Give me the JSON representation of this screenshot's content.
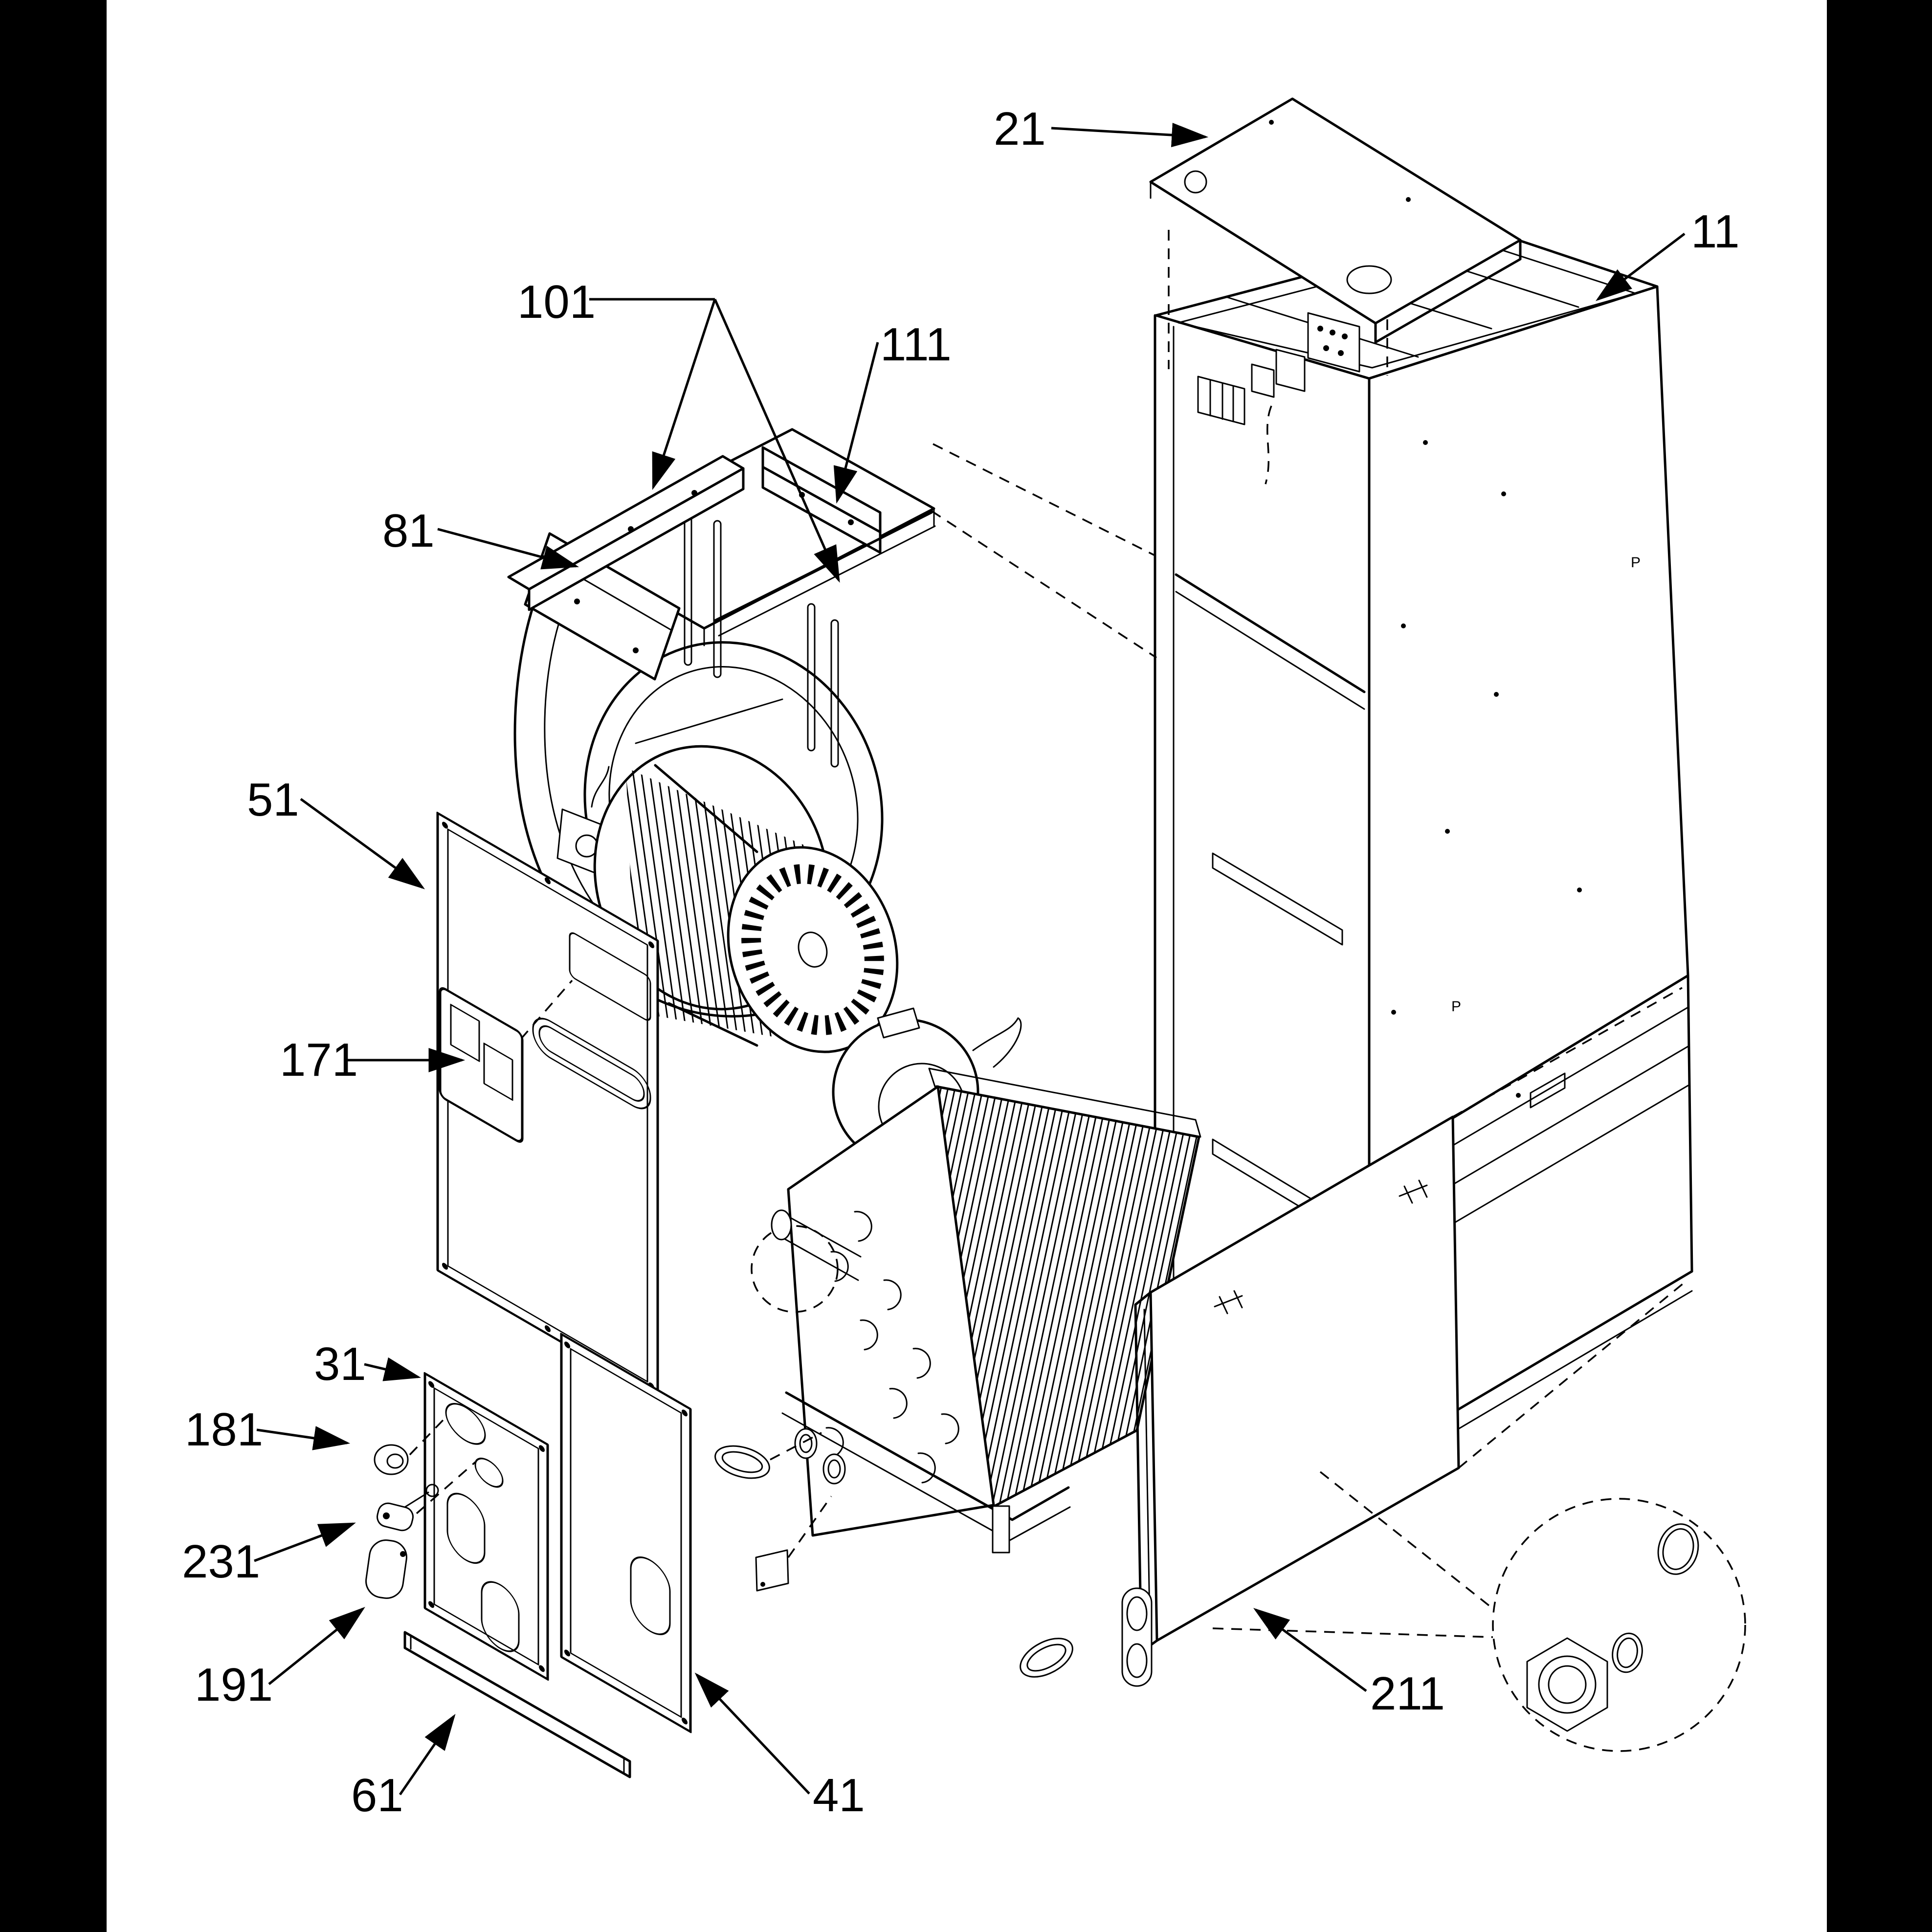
{
  "figure": {
    "type": "exploded-parts-diagram",
    "subject": "air handler cabinet exploded view",
    "colors": {
      "background": "#ffffff",
      "line": "#000000",
      "border_bars": "#000000"
    },
    "callouts": [
      {
        "label": "21",
        "part": "top-panel"
      },
      {
        "label": "11",
        "part": "cabinet-shell"
      },
      {
        "label": "101",
        "part": "blower-mounting-rails"
      },
      {
        "label": "111",
        "part": "blower-mounting-rail-right"
      },
      {
        "label": "81",
        "part": "blower-cutoff-plate"
      },
      {
        "label": "51",
        "part": "blower-access-panel"
      },
      {
        "label": "171",
        "part": "control-bezel"
      },
      {
        "label": "31",
        "part": "upper-front-panel"
      },
      {
        "label": "181",
        "part": "plug-button"
      },
      {
        "label": "231",
        "part": "door-switch"
      },
      {
        "label": "191",
        "part": "cover-plate"
      },
      {
        "label": "61",
        "part": "bottom-trim-strip"
      },
      {
        "label": "41",
        "part": "lower-front-panel"
      },
      {
        "label": "211",
        "part": "coil-access-door"
      }
    ],
    "cabinet_marks": {
      "label": "P"
    }
  }
}
